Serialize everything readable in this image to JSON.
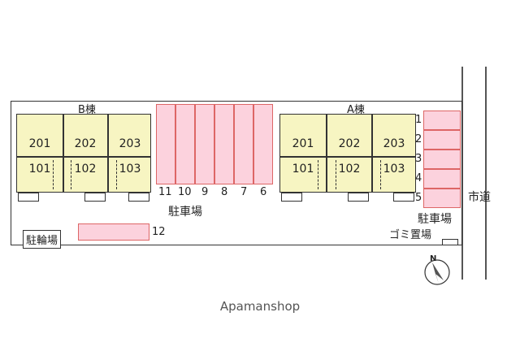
{
  "buildings": {
    "b": {
      "label": "B棟",
      "upper": [
        "201",
        "202",
        "203"
      ],
      "lower": [
        "101",
        "102",
        "103"
      ]
    },
    "a": {
      "label": "A棟",
      "upper": [
        "201",
        "202",
        "203"
      ],
      "lower": [
        "101",
        "102",
        "103"
      ]
    }
  },
  "parking_center": {
    "numbers": [
      "11",
      "10",
      "9",
      "8",
      "7",
      "6"
    ],
    "label": "駐車場"
  },
  "parking_right": {
    "numbers": [
      "1",
      "2",
      "3",
      "4",
      "5"
    ],
    "label": "駐車場"
  },
  "parking_12": {
    "number": "12"
  },
  "bicycle_parking": "駐輪場",
  "garbage": "ゴミ置場",
  "city_road": "市道",
  "compass": "N",
  "brand": "Apamanshop",
  "colors": {
    "building": "#f7f5c2",
    "parking": "#fcd2dd",
    "outline": "#333333"
  }
}
